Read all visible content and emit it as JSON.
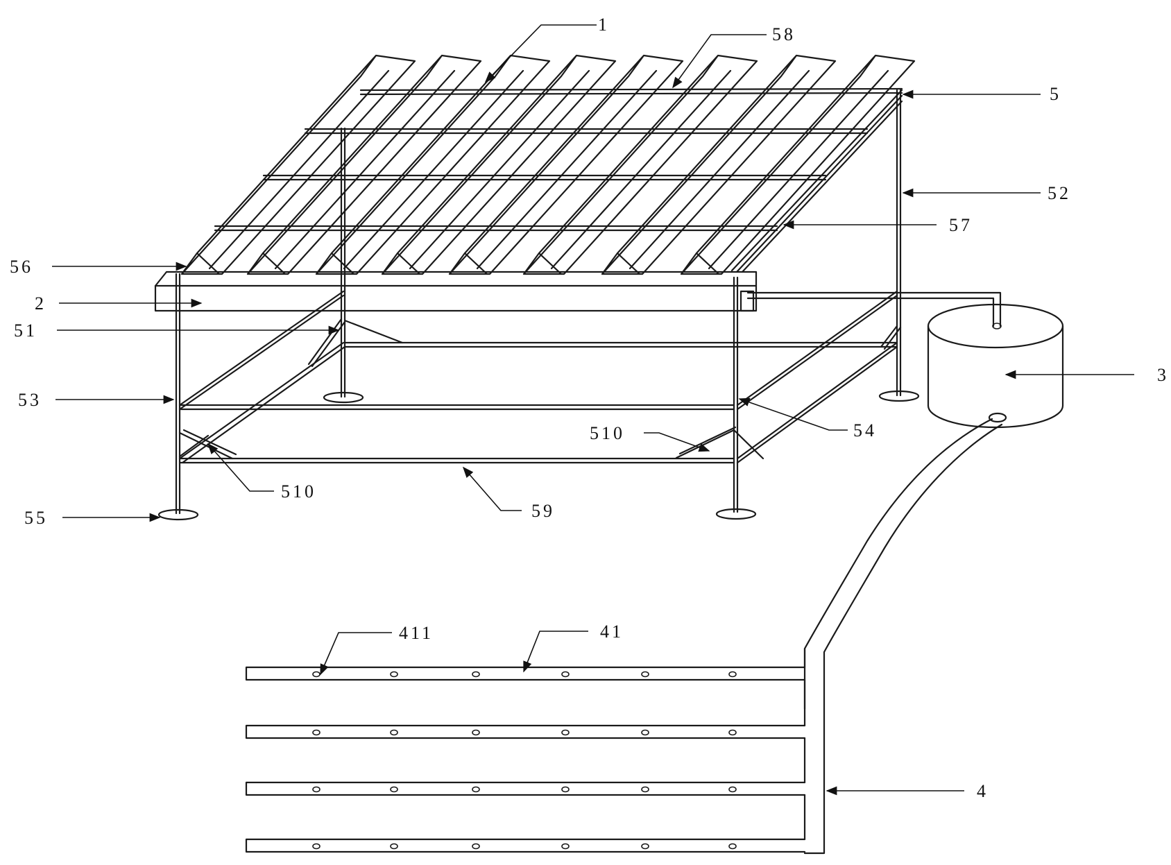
{
  "diagram": {
    "labels": {
      "l1": "1",
      "l58": "58",
      "l5": "5",
      "l52": "52",
      "l57": "57",
      "l56": "56",
      "l2": "2",
      "l51": "51",
      "l3": "3",
      "l53": "53",
      "l54": "54",
      "l510a": "510",
      "l510b": "510",
      "l59": "59",
      "l55": "55",
      "l411": "411",
      "l41": "41",
      "l4": "4"
    },
    "colors": {
      "line": "#1a1a1a",
      "background": "#ffffff"
    }
  }
}
